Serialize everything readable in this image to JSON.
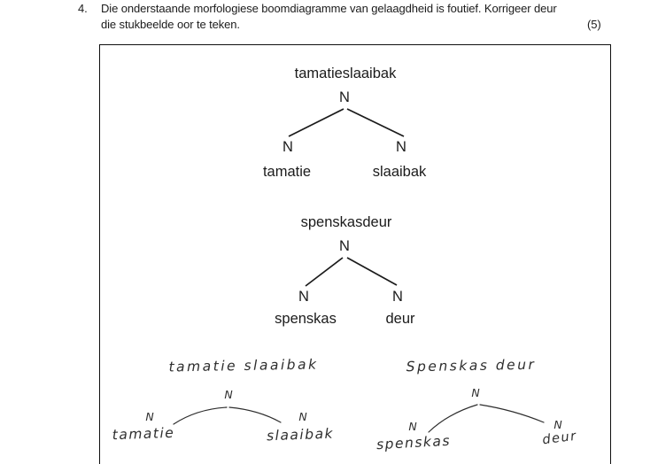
{
  "question": {
    "number": "4.",
    "text_line1": "Die onderstaande morfologiese boomdiagramme van gelaagdheid is foutief. Korrigeer deur",
    "text_line2": "die stukbeelde oor te teken.",
    "marks": "(5)"
  },
  "printed_trees": [
    {
      "word": "tamatieslaaibak",
      "root": "N",
      "left_node": "N",
      "right_node": "N",
      "left_word": "tamatie",
      "right_word": "slaaibak"
    },
    {
      "word": "spenskasdeur",
      "root": "N",
      "left_node": "N",
      "right_node": "N",
      "left_word": "spenskas",
      "right_word": "deur"
    }
  ],
  "handwritten_trees": [
    {
      "word": "tamatie slaaibak",
      "root": "N",
      "left_node": "N",
      "right_node": "N",
      "left_word": "tamatie",
      "right_word": "slaaibak"
    },
    {
      "word": "Spenskas deur",
      "root": "N",
      "left_node": "N",
      "right_node": "N",
      "left_word": "spenskas",
      "right_word": "deur"
    }
  ],
  "colors": {
    "background": "#ffffff",
    "printed_text": "#1b1b1b",
    "handwriting": "#2e2e2e",
    "box_border": "#0f0f0f"
  }
}
